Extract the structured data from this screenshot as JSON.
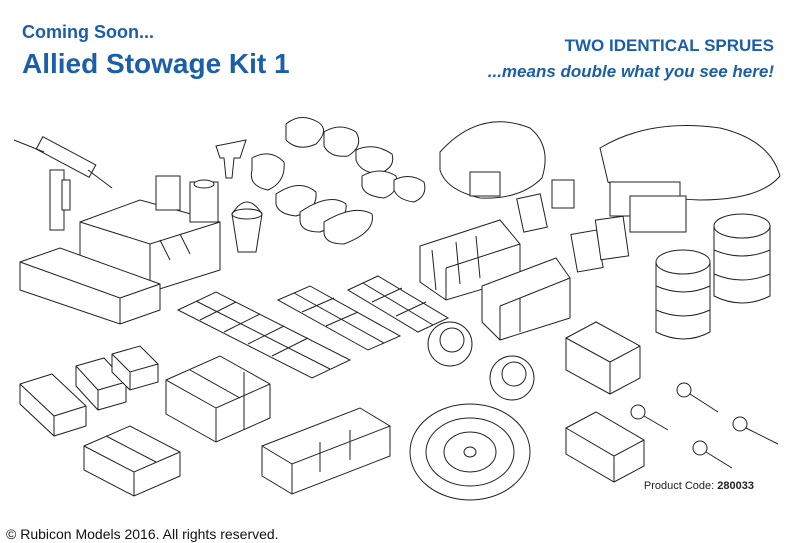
{
  "header": {
    "kicker": "Coming Soon...",
    "title": "Allied Stowage Kit 1",
    "sprues": "TWO IDENTICAL SPRUES",
    "double": "...means double what you see here!"
  },
  "product": {
    "label": "Product Code:",
    "code": "280033"
  },
  "footer": {
    "copyright": "© Rubicon Models 2016. All rights reserved."
  },
  "colors": {
    "accent": "#1a5fa8",
    "line": "#222222",
    "background": "#ffffff"
  },
  "illustration": {
    "parts": [
      "machine-gun",
      "toolbox",
      "long-box",
      "funnel",
      "square-cans",
      "bucket",
      "sacks",
      "bedrolls",
      "tarpaulin-cargo",
      "jerrycans",
      "track-links",
      "ammo-boxes",
      "crates",
      "road-wheels",
      "spare-tyre",
      "oil-drums",
      "towing-eyes"
    ]
  }
}
